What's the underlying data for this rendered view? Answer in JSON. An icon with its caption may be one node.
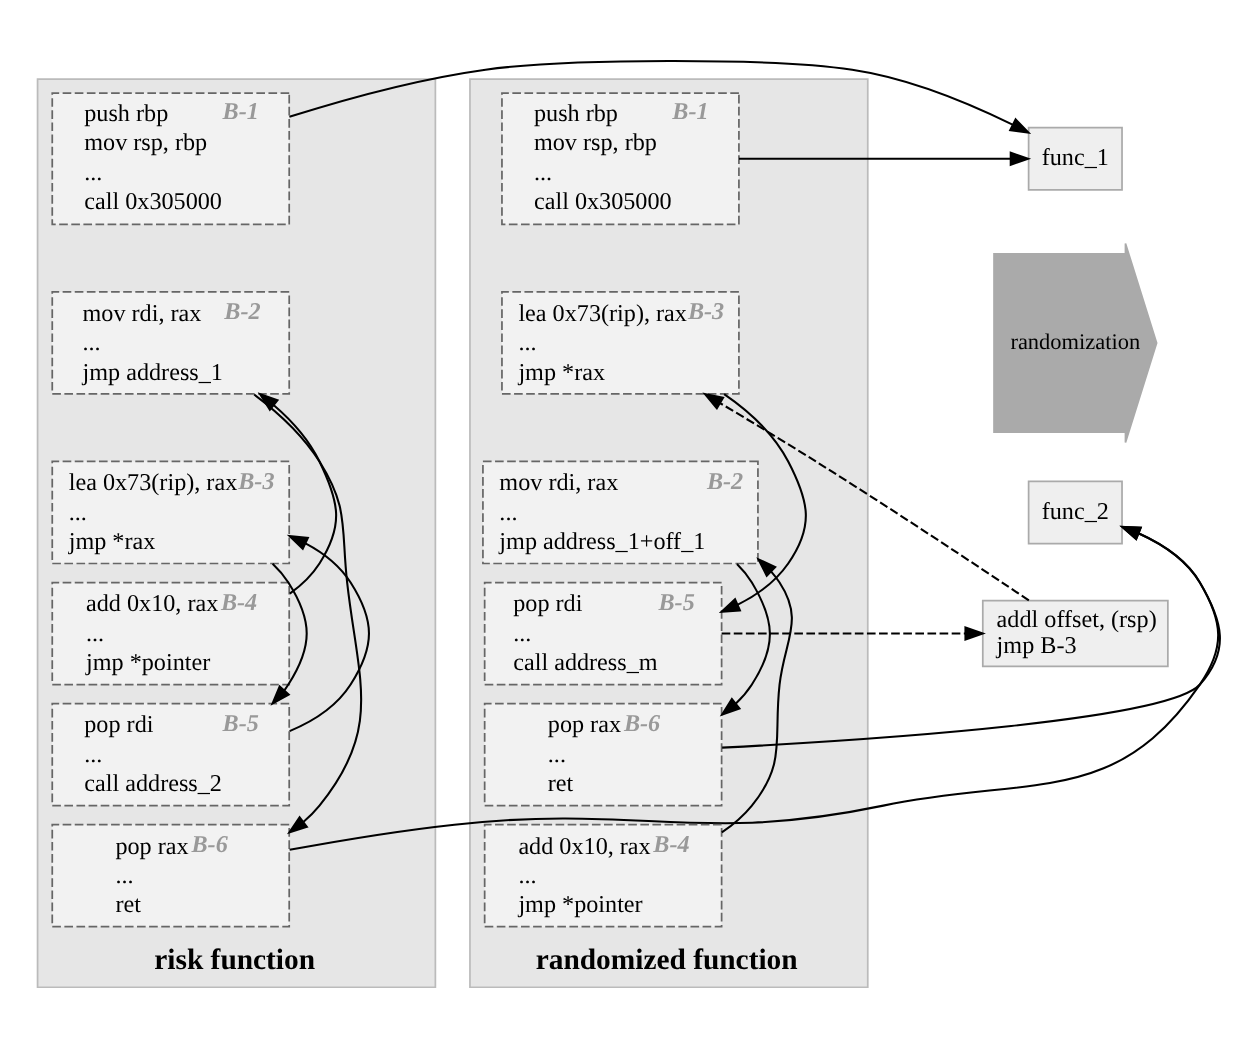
{
  "diagram": {
    "nodes": [
      {
        "text": [
          "risk function"
        ]
      },
      {
        "text": [
          "B-1",
          "push rbp",
          "mov rsp, rbp",
          "...",
          "call 0x305000"
        ],
        "in": 0
      },
      {
        "text": [
          "B-2",
          "mov rdi, rax",
          "...",
          "jmp address_1"
        ],
        "in": 0
      },
      {
        "text": [
          "B-3",
          "lea 0x73(rip), rax",
          "...",
          "jmp *rax"
        ],
        "in": 0
      },
      {
        "text": [
          "B-4",
          "add 0x10, rax",
          "...",
          "jmp *pointer"
        ],
        "in": 0
      },
      {
        "text": [
          "B-5",
          "pop rdi",
          "...",
          "call address_2"
        ],
        "in": 0
      },
      {
        "text": [
          "B-6",
          "pop rax",
          "...",
          "ret"
        ],
        "in": 0
      },
      {
        "text": [
          "func_1"
        ]
      },
      {
        "text": [
          "randomization"
        ]
      },
      {
        "text": [
          "func_2"
        ]
      },
      {
        "text": [
          "randomized function"
        ]
      },
      {
        "text": [
          "B-1",
          "push rbp",
          "mov rsp, rbp",
          "...",
          "call 0x305000"
        ],
        "in": 10
      },
      {
        "text": [
          "B-3",
          "lea 0x73(rip), rax",
          "...",
          "jmp *rax"
        ],
        "in": 10
      },
      {
        "text": [
          "B-2",
          "mov rdi, rax",
          "...",
          "jmp address_1+off_1"
        ],
        "in": 10
      },
      {
        "text": [
          "B-5",
          "pop rdi",
          "...",
          "call address_m"
        ],
        "in": 10
      },
      {
        "text": [
          "B-6",
          "pop rax",
          "...",
          "ret"
        ],
        "in": 10
      },
      {
        "text": [
          "B-4",
          "add 0x10, rax",
          "...",
          "jmp *pointer"
        ],
        "in": 10
      },
      {
        "text": [
          "addl offset, (rsp)",
          "jmp B-3"
        ]
      }
    ],
    "edges": [
      {
        "from": 1,
        "to": 7,
        "arrow": "to"
      },
      {
        "from": 2,
        "to": 6,
        "arrow": "to"
      },
      {
        "from": 3,
        "to": 5,
        "arrow": "to"
      },
      {
        "from": 4,
        "to": 2,
        "arrow": "to"
      },
      {
        "from": 5,
        "to": 3,
        "arrow": "to"
      },
      {
        "from": 6,
        "to": 9,
        "arrow": "to"
      },
      {
        "from": 11,
        "to": 7,
        "arrow": "to"
      },
      {
        "from": 12,
        "to": 14,
        "arrow": "to"
      },
      {
        "from": 13,
        "to": 15,
        "arrow": "to"
      },
      {
        "from": 16,
        "to": 13,
        "arrow": "to"
      },
      {
        "from": 14,
        "to": 17,
        "arrow": "to",
        "style": "dashed"
      },
      {
        "from": 17,
        "to": 12,
        "arrow": "to",
        "style": "dashed"
      },
      {
        "from": 15,
        "to": 9,
        "arrow": "to"
      }
    ]
  }
}
